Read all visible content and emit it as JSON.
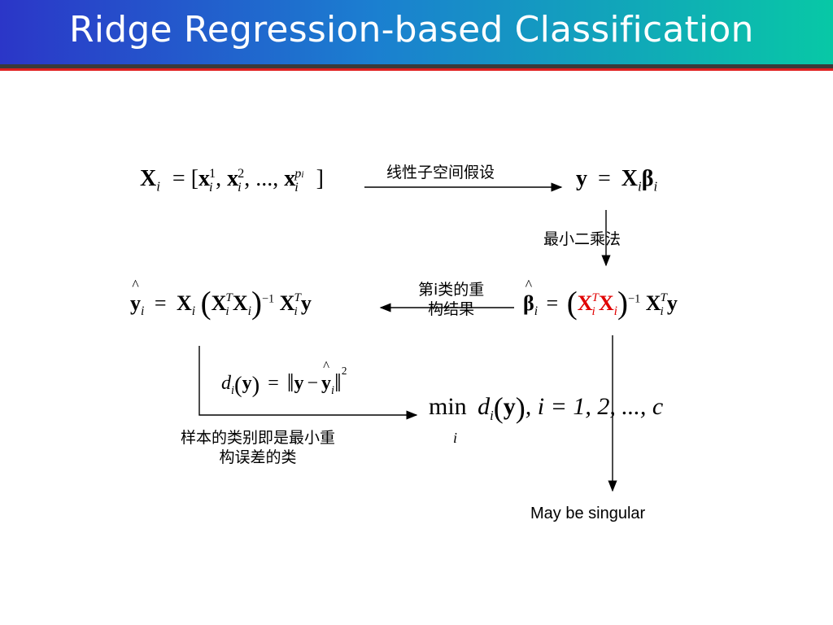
{
  "title": "Ridge Regression-based Classification",
  "labels": {
    "subspace_assumption": "线性子空间假设",
    "least_squares": "最小二乘法",
    "reconstruction_line1": "第i类的重",
    "reconstruction_line2": "构结果",
    "class_rule_line1": "样本的类别即是最小重",
    "class_rule_line2": "构误差的类",
    "singular_note": "May be singular"
  },
  "equations": {
    "xi_def": {
      "lhs": "X",
      "sub": "i",
      "eq": "= [",
      "x": "x",
      "sup1": "1",
      "sup2": "2",
      "dots": ", ...,",
      "supp": "p",
      "supp_sub": "i",
      "close": "]",
      "comma": ","
    },
    "model": {
      "y": "y",
      "eq": "=",
      "X": "X",
      "i": "i",
      "beta": "β"
    },
    "beta_hat": {
      "hat": "^",
      "beta": "β",
      "i": "i",
      "eq": "=",
      "X": "X",
      "T": "T",
      "inv": "−1",
      "y": "y"
    },
    "y_hat": {
      "hat": "^",
      "y": "y",
      "i": "i",
      "eq": "=",
      "X": "X",
      "T": "T",
      "inv": "−1"
    },
    "distance": {
      "d": "d",
      "i": "i",
      "y": "y",
      "eq": "=",
      "minus": "−",
      "hat": "^",
      "sq": "2"
    },
    "min_rule": {
      "min": "min",
      "d": "d",
      "i": "i",
      "y": "y",
      "tail": ",   i = 1, 2, ..., c"
    }
  }
}
